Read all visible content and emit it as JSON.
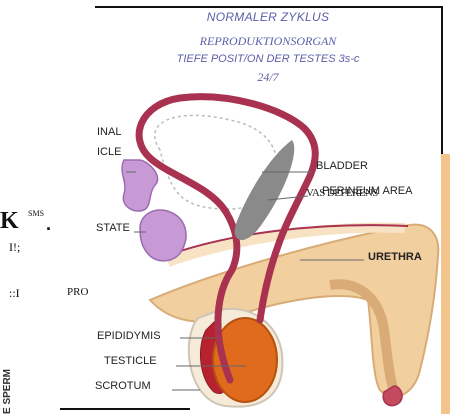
{
  "header": {
    "line1": "NORMALER ZYKLUS",
    "line2": "REPRODUKTIONSORGAN",
    "line3": "TIEFE POSIT/ON DER TESTES 3s-c",
    "line4": "24/7"
  },
  "labels": {
    "seminal": "INAL",
    "vesicle": "ICLE",
    "prostate": "STATE",
    "bladder": "BLADDER",
    "vas_deferens": "VAS DEFERENS",
    "perineum": "PERINEUM AREA",
    "urethra": "URETHRA",
    "epididymis": "EPIDIDYMIS",
    "testicle": "TESTICLE",
    "scrotum": "SCROTUM",
    "sperm": "E SPERM"
  },
  "fragments": {
    "k_glyph": "K",
    "k_sup": "SMS",
    "k_dot": ".",
    "frag2": "I!;",
    "frag3": "::I",
    "pro": "PRO"
  },
  "colors": {
    "duct": "#a8324f",
    "testicle": "#e06b1c",
    "bladder_wall": "#8a8a8a",
    "skin": "#f2cf9e",
    "prostate": "#c79ad6",
    "header_text": "#5a5fa8"
  }
}
